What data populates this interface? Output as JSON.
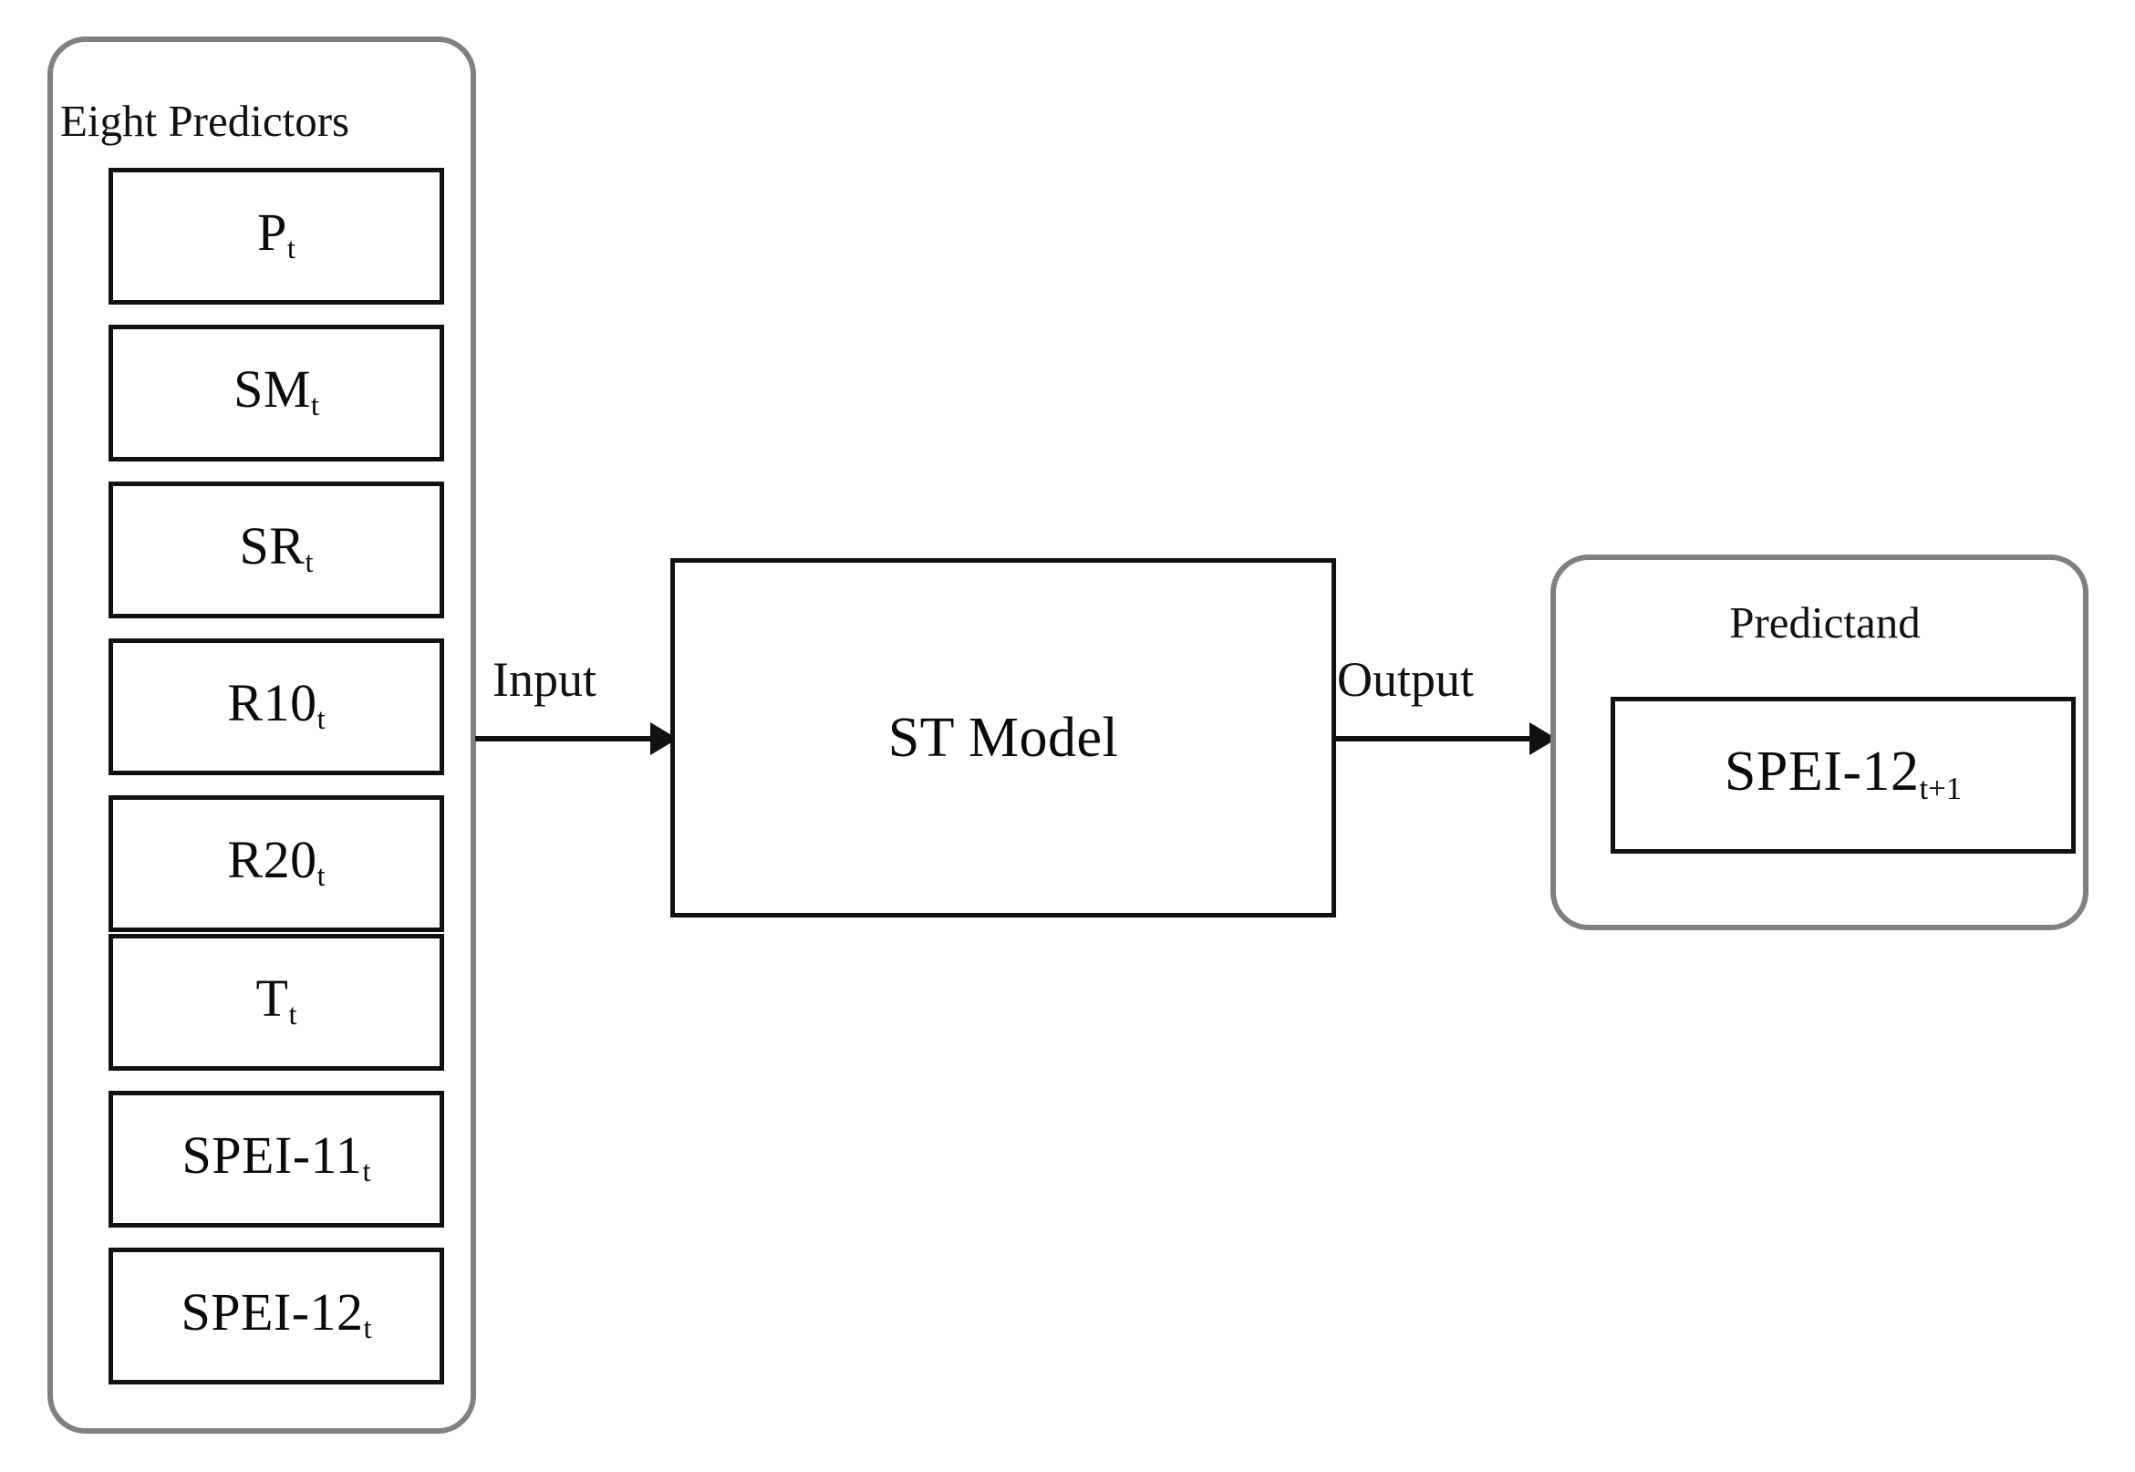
{
  "diagram": {
    "title": "ST Model predictors and predictand flow diagram",
    "predictors_group": {
      "caption": "Eight Predictors",
      "items": [
        {
          "base": "P",
          "sub": "t"
        },
        {
          "base": "SM",
          "sub": "t"
        },
        {
          "base": "SR",
          "sub": "t"
        },
        {
          "base": "R10",
          "sub": "t"
        },
        {
          "base": "R20",
          "sub": "t"
        },
        {
          "base": "T",
          "sub": "t"
        },
        {
          "base": "SPEI-11",
          "sub": "t"
        },
        {
          "base": "SPEI-12",
          "sub": "t"
        }
      ]
    },
    "model": {
      "label": "ST Model"
    },
    "predictand_group": {
      "caption": "Predictand",
      "item": {
        "base": "SPEI-12",
        "sub": "t+1"
      }
    },
    "arrows": {
      "input_label": "Input",
      "output_label": "Output"
    },
    "colors": {
      "group_border": "#808080",
      "box_border": "#111111",
      "text": "#111111",
      "background": "#ffffff"
    }
  }
}
